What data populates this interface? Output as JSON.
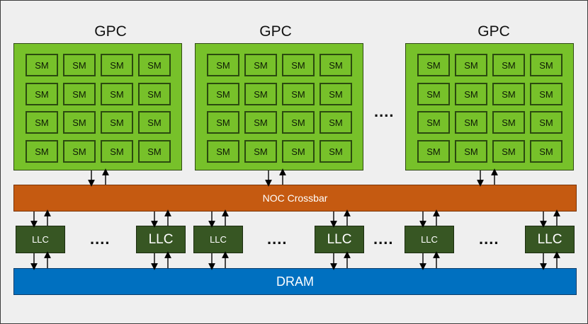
{
  "gpcs": [
    {
      "title": "GPC",
      "sm_label": "SM"
    },
    {
      "title": "GPC",
      "sm_label": "SM"
    },
    {
      "title": "GPC",
      "sm_label": "SM"
    }
  ],
  "ellipsis": "....",
  "noc": {
    "label": "NOC Crossbar"
  },
  "llcs": [
    {
      "label": "LLC",
      "size": "small"
    },
    {
      "label": "LLC",
      "size": "big"
    },
    {
      "label": "LLC",
      "size": "small"
    },
    {
      "label": "LLC",
      "size": "big"
    },
    {
      "label": "LLC",
      "size": "small"
    },
    {
      "label": "LLC",
      "size": "big"
    }
  ],
  "dram": {
    "label": "DRAM"
  },
  "colors": {
    "gpc_fill": "#77c12a",
    "noc_fill": "#c55a11",
    "llc_fill": "#375623",
    "dram_fill": "#0070c0",
    "background": "#efefef"
  }
}
